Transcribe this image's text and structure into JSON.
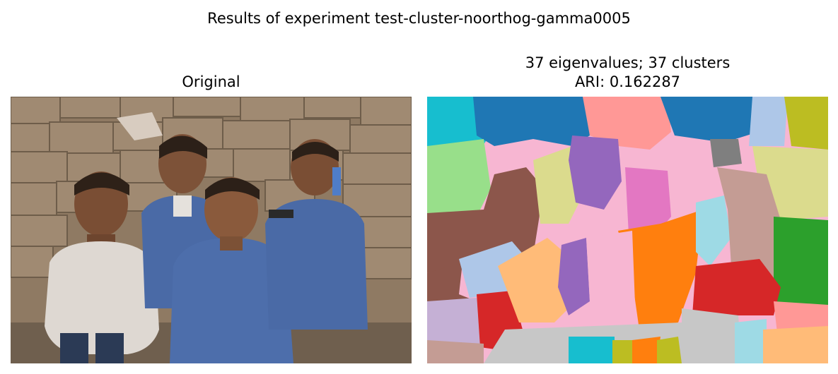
{
  "figure": {
    "suptitle": "Results of experiment test-cluster-noorthog-gamma0005"
  },
  "left_panel": {
    "title": "Original",
    "image_description_icon": "photo-of-four-boys-icon"
  },
  "right_panel": {
    "title_line1": "37 eigenvalues; 37 clusters",
    "title_line2": "ARI: 0.162287",
    "image_description_icon": "segmentation-map-icon"
  },
  "colors": {
    "tab_blue": "#1f77b4",
    "tab_orange": "#ff7f0e",
    "tab_green": "#2ca02c",
    "tab_red": "#d62728",
    "tab_purple": "#9467bd",
    "tab_brown": "#8c564b",
    "tab_pink": "#e377c2",
    "tab_gray": "#7f7f7f",
    "tab_olive": "#bcbd22",
    "tab_cyan": "#17becf",
    "light_blue": "#aec7e8",
    "light_orange": "#ffbb78",
    "light_green": "#98df8a",
    "light_red": "#ff9896",
    "light_purple": "#c5b0d5",
    "light_brown": "#c49c94",
    "light_pink": "#f7b6d2",
    "light_gray": "#c7c7c7",
    "light_olive": "#dbdb8d",
    "light_cyan": "#9edae5"
  }
}
